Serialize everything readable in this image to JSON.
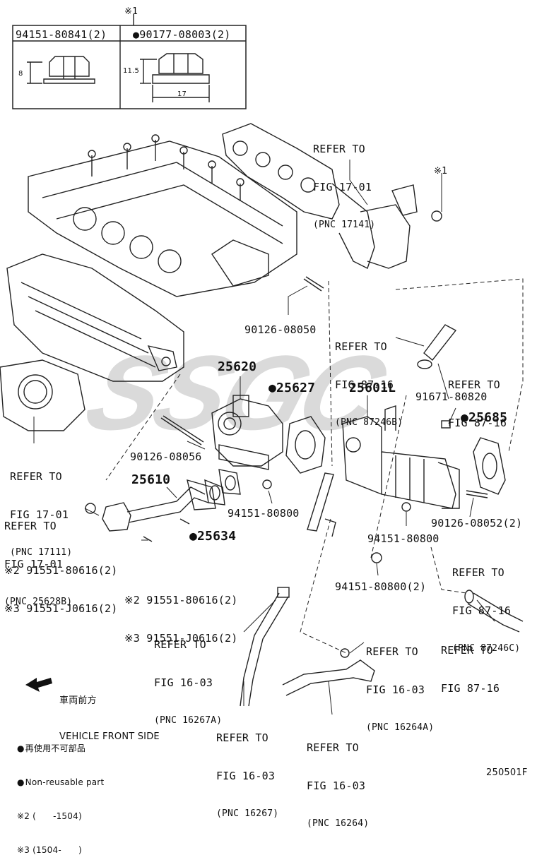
{
  "table": {
    "note_mark": "※1",
    "col1_part": "94151-80841(2)",
    "col2_part": "●90177-08003(2)",
    "dim_h1": "8",
    "dim_h2": "11.5",
    "dim_w2": "17"
  },
  "refs": {
    "exhaust_manifold": [
      "REFER TO",
      "FIG 17-01",
      "(PNC 17141)"
    ],
    "intake_manifold": [
      "REFER TO",
      "FIG 17-01",
      "(PNC 17111)"
    ],
    "gasket_25628b": [
      "REFER TO",
      "FIG 17-01",
      "(PNC 25628B)"
    ],
    "hose_87246b": [
      "REFER TO",
      "FIG 87-16",
      "(PNC 87246B)"
    ],
    "clamp_87_16": [
      "REFER TO",
      "FIG 87-16"
    ],
    "hose_87246c": [
      "REFER TO",
      "FIG 87-16",
      "(PNC 87246C)"
    ],
    "clamp_87_16_b": [
      "REFER TO",
      "FIG 87-16"
    ],
    "pipe_16267a": [
      "REFER TO",
      "FIG 16-03",
      "(PNC 16267A)"
    ],
    "pipe_16264a": [
      "REFER TO",
      "FIG 16-03",
      "(PNC 16264A)"
    ],
    "pipe_16267": [
      "REFER TO",
      "FIG 16-03",
      "(PNC 16267)"
    ],
    "pipe_16264": [
      "REFER TO",
      "FIG 16-03",
      "(PNC 16264)"
    ]
  },
  "parts": {
    "stud_08050": "90126-08050",
    "p25620": "25620",
    "p25627": "●25627",
    "p25601l": "25601L",
    "bolt_80820": "91671-80820",
    "p25685": "●25685",
    "stud_08056": "90126-08056",
    "p25610": "25610",
    "nut_80800_a": "94151-80800",
    "nut_80800_b": "94151-80800",
    "nut_80800_c": "94151-80800(2)",
    "stud_08052": "90126-08052(2)",
    "p25634": "●25634",
    "bolt_a1": "※2 91551-80616(2)",
    "bolt_a2": "※3 91551-J0616(2)",
    "bolt_b1": "※2 91551-80616(2)",
    "bolt_b2": "※3 91551-J0616(2)",
    "note_mark_nut": "※1"
  },
  "legend": {
    "front_jp": "車両前方",
    "front_en": "VEHICLE FRONT SIDE",
    "nonreuse_jp": "再使用不可部品",
    "nonreuse_en": "Non-reusable part",
    "note2": "※2 (      -1504)",
    "note3": "※3 (1504-      )"
  },
  "figure_id": "250501F",
  "watermark": "SSGC"
}
